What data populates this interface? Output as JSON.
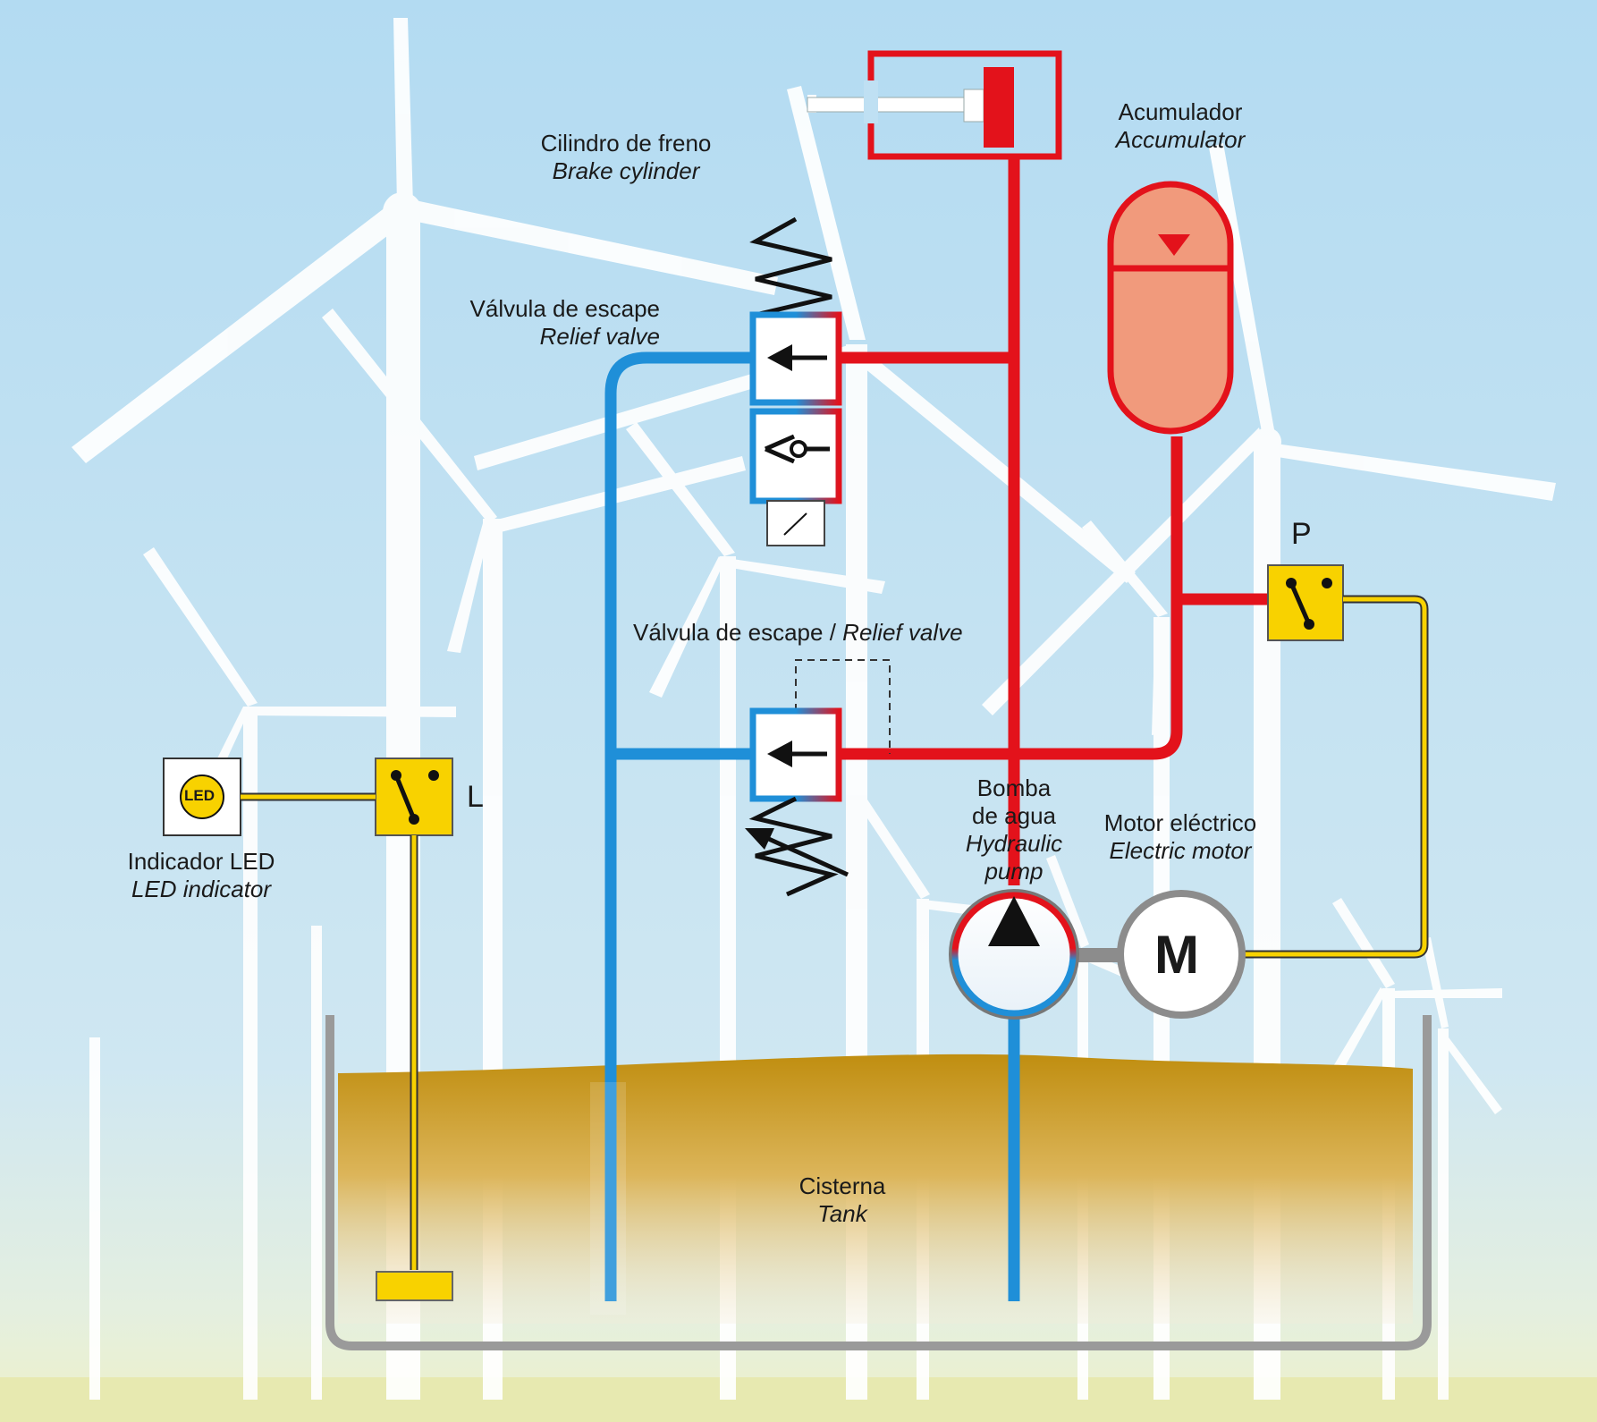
{
  "labels": {
    "brake_cylinder": {
      "es": "Cilindro de freno",
      "en": "Brake cylinder"
    },
    "accumulator": {
      "es": "Acumulador",
      "en": "Accumulator"
    },
    "relief_valve_top": {
      "es": "Válvula de escape",
      "en": "Relief valve"
    },
    "relief_valve_mid": {
      "es": "Válvula de escape /",
      "en": "Relief valve"
    },
    "water_pump": {
      "es1": "Bomba",
      "es2": "de agua",
      "en1": "Hydraulic",
      "en2": "pump"
    },
    "electric_motor": {
      "es": "Motor eléctrico",
      "en": "Electric motor"
    },
    "led_indicator": {
      "es": "Indicador LED",
      "en": "LED indicator"
    },
    "tank": {
      "es": "Cisterna",
      "en": "Tank"
    },
    "switch_p": "P",
    "switch_l": "L",
    "motor_symbol": "M",
    "led_symbol": "LED"
  },
  "colors": {
    "pressure_line": "#e3121b",
    "return_line": "#1f8fd8",
    "electric_line": "#f5d000",
    "accumulator_fill": "#f19a7c",
    "tank_oil": "#c89a1c",
    "sky": "#bfe0f3"
  }
}
